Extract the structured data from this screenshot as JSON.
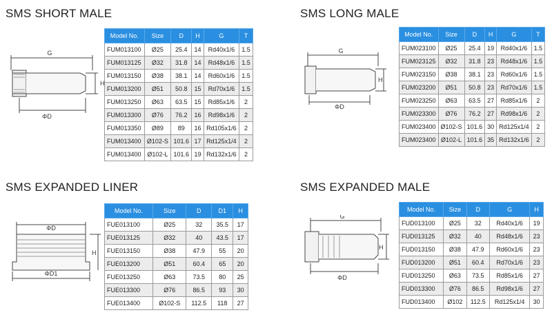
{
  "sections": {
    "short_male": {
      "title": "SMS SHORT MALE",
      "headers": [
        "Model No.",
        "Size",
        "D",
        "H",
        "G",
        "T"
      ],
      "rows": [
        [
          "FUM013100",
          "Ø25",
          "25.4",
          "14",
          "Rd40x1/6",
          "1.5"
        ],
        [
          "FUM013125",
          "Ø32",
          "31.8",
          "14",
          "Rd48x1/6",
          "1.5"
        ],
        [
          "FUM013150",
          "Ø38",
          "38.1",
          "14",
          "Rd60x1/6",
          "1.5"
        ],
        [
          "FUM013200",
          "Ø51",
          "50.8",
          "15",
          "Rd70x1/6",
          "1.5"
        ],
        [
          "FUM013250",
          "Ø63",
          "63.5",
          "15",
          "Rd85x1/6",
          "2"
        ],
        [
          "FUM013300",
          "Ø76",
          "76.2",
          "16",
          "Rd98x1/6",
          "2"
        ],
        [
          "FUM013350",
          "Ø89",
          "89",
          "16",
          "Rd105x1/6",
          "2"
        ],
        [
          "FUM013400",
          "Ø102-S",
          "101.6",
          "17",
          "Rd125x1/4",
          "2"
        ],
        [
          "FUM013400",
          "Ø102-L",
          "101.6",
          "19",
          "Rd132x1/6",
          "2"
        ]
      ],
      "labels": {
        "g": "G",
        "h": "H",
        "d": "ΦD"
      }
    },
    "long_male": {
      "title": "SMS LONG MALE",
      "headers": [
        "Model No.",
        "Size",
        "D",
        "H",
        "G",
        "T"
      ],
      "rows": [
        [
          "FUM023100",
          "Ø25",
          "25.4",
          "19",
          "Rd40x1/6",
          "1.5"
        ],
        [
          "FUM023125",
          "Ø32",
          "31.8",
          "23",
          "Rd48x1/6",
          "1.5"
        ],
        [
          "FUM023150",
          "Ø38",
          "38.1",
          "23",
          "Rd60x1/6",
          "1.5"
        ],
        [
          "FUM023200",
          "Ø51",
          "50.8",
          "23",
          "Rd70x1/6",
          "1.5"
        ],
        [
          "FUM023250",
          "Ø63",
          "63.5",
          "27",
          "Rd85x1/6",
          "2"
        ],
        [
          "FUM023300",
          "Ø76",
          "76.2",
          "27",
          "Rd98x1/6",
          "2"
        ],
        [
          "FUM023400",
          "Ø102-S",
          "101.6",
          "30",
          "Rd125x1/4",
          "2"
        ],
        [
          "FUM023400",
          "Ø102-L",
          "101.6",
          "35",
          "Rd132x1/6",
          "2"
        ]
      ],
      "labels": {
        "g": "G",
        "h": "H",
        "d": "ΦD"
      }
    },
    "expanded_liner": {
      "title": "SMS EXPANDED LINER",
      "headers": [
        "Model No.",
        "Size",
        "D",
        "D1",
        "H"
      ],
      "rows": [
        [
          "FUE013100",
          "Ø25",
          "32",
          "35.5",
          "17"
        ],
        [
          "FUE013125",
          "Ø32",
          "40",
          "43.5",
          "17"
        ],
        [
          "FUE013150",
          "Ø38",
          "47.9",
          "55",
          "20"
        ],
        [
          "FUE013200",
          "Ø51",
          "60.4",
          "65",
          "20"
        ],
        [
          "FUE013250",
          "Ø63",
          "73.5",
          "80",
          "25"
        ],
        [
          "FUE013300",
          "Ø76",
          "86.5",
          "93",
          "30"
        ],
        [
          "FUE013400",
          "Ø102-S",
          "112.5",
          "118",
          "27"
        ]
      ],
      "labels": {
        "d": "ΦD",
        "h": "H",
        "d1": "ΦD1"
      }
    },
    "expanded_male": {
      "title": "SMS EXPANDED MALE",
      "headers": [
        "Model No.",
        "Size",
        "D",
        "G",
        "H"
      ],
      "rows": [
        [
          "FUD013100",
          "Ø25",
          "32",
          "Rd40x1/6",
          "19"
        ],
        [
          "FUD013125",
          "Ø32",
          "40",
          "Rd48x1/6",
          "23"
        ],
        [
          "FUD013150",
          "Ø38",
          "47.9",
          "Rd60x1/6",
          "23"
        ],
        [
          "FUD013200",
          "Ø51",
          "60.4",
          "Rd70x1/6",
          "23"
        ],
        [
          "FUD013250",
          "Ø63",
          "73.5",
          "Rd85x1/6",
          "27"
        ],
        [
          "FUD013300",
          "Ø76",
          "86.5",
          "Rd98x1/6",
          "27"
        ],
        [
          "FUD013400",
          "Ø102",
          "112.5",
          "Rd125x1/4",
          "30"
        ]
      ],
      "labels": {
        "g": "G",
        "h": "H",
        "d": "ΦD"
      }
    }
  },
  "colors": {
    "header_bg": "#2a8fe0",
    "row_alt": "#ececec",
    "line": "#444444"
  }
}
